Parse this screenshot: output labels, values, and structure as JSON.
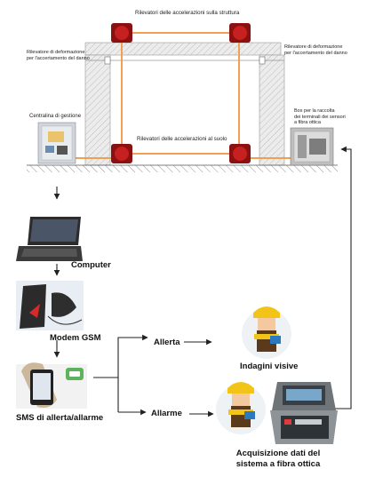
{
  "structure": {
    "top_sensors_label": "Rilevatori delle accelerazioni sulla struttura",
    "bottom_sensors_label": "Rilevatori delle accelerazioni al suolo",
    "left_deformation_label": [
      "Rilevatore di deformazione",
      "per l'accertamento del danno"
    ],
    "right_deformation_label": [
      "Rilevatore di deformazione",
      "per l'accertamento del danno"
    ],
    "control_unit_label": "Centralina di gestione",
    "box_label": [
      "Box per la raccolta",
      "dei terminali dei sensori",
      "a fibra ottica"
    ]
  },
  "flow": {
    "computer_label": "Computer",
    "modem_label": "Modem GSM",
    "sms_label": "SMS di allerta/allarme",
    "alert_label": "Allerta",
    "alarm_label": "Allarme",
    "visual_inspection_label": "Indagini visive",
    "acquisition_label": [
      "Acquisizione dati del",
      "sistema a fibra ottica"
    ]
  },
  "colors": {
    "wire": "#f0a050",
    "wall": "#e6e6e6",
    "sensor": "#b81c1c",
    "arrow": "#222222"
  },
  "icons": {
    "sensor": "sensor-icon",
    "control_unit": "control-unit-icon",
    "fiber_box": "fiber-box-icon",
    "laptop": "laptop-icon",
    "modem": "modem-icon",
    "phone": "phone-icon",
    "worker": "worker-icon",
    "case": "acquisition-case-icon"
  }
}
